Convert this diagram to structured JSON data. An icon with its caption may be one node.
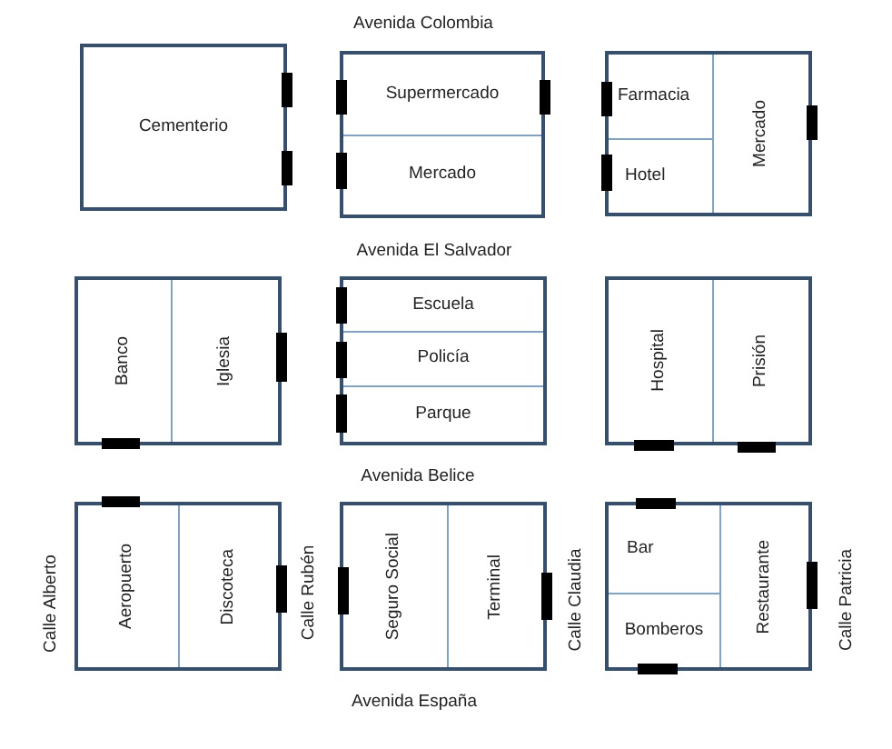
{
  "diagram": {
    "nodes": [
      {
        "text": [
          "Cementerio"
        ]
      },
      {
        "text": [],
        "shape": "box"
      },
      {
        "text": [
          "Supermercado"
        ],
        "in": 1
      },
      {
        "text": [
          "Mercado"
        ],
        "in": 1
      },
      {
        "text": [],
        "shape": "box"
      },
      {
        "text": [
          "Farmacia"
        ],
        "in": 4
      },
      {
        "text": [
          "Hotel"
        ],
        "in": 4
      },
      {
        "text": [
          "Mercado"
        ],
        "in": 4
      },
      {
        "text": [],
        "shape": "box"
      },
      {
        "text": [
          "Banco"
        ],
        "in": 8
      },
      {
        "text": [
          "Iglesia"
        ],
        "in": 8
      },
      {
        "text": [],
        "shape": "box"
      },
      {
        "text": [
          "Escuela"
        ],
        "in": 11
      },
      {
        "text": [
          "Policía"
        ],
        "in": 11
      },
      {
        "text": [
          "Parque"
        ],
        "in": 11
      },
      {
        "text": [],
        "shape": "box"
      },
      {
        "text": [
          "Hospital"
        ],
        "in": 15
      },
      {
        "text": [
          "Prisión"
        ],
        "in": 15
      },
      {
        "text": [],
        "shape": "box"
      },
      {
        "text": [
          "Aeropuerto"
        ],
        "in": 18
      },
      {
        "text": [
          "Discoteca"
        ],
        "in": 18
      },
      {
        "text": [],
        "shape": "box"
      },
      {
        "text": [
          "Seguro Social"
        ],
        "in": 21
      },
      {
        "text": [
          "Terminal"
        ],
        "in": 21
      },
      {
        "text": [],
        "shape": "box"
      },
      {
        "text": [
          "Bar"
        ],
        "in": 24
      },
      {
        "text": [
          "Bomberos"
        ],
        "in": 24
      },
      {
        "text": [
          "Restaurante"
        ],
        "in": 24
      }
    ],
    "labels": [
      "Avenida Colombia",
      "Avenida El Salvador",
      "Avenida Belice",
      "Calle Alberto",
      "Calle Rubén",
      "Calle Claudia",
      "Calle Patricia",
      "Avenida España"
    ]
  }
}
